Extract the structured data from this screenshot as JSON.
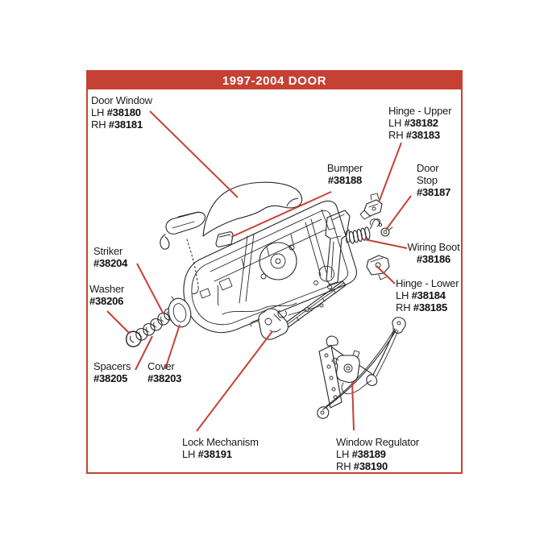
{
  "header": {
    "title": "1997-2004 DOOR"
  },
  "colors": {
    "accent_red": "#c54134",
    "art_black": "#262626",
    "label_text": "#1b1b1b",
    "header_text": "#ffffff",
    "background": "#ffffff"
  },
  "labels": {
    "door_window": {
      "title": "Door Window",
      "rows": [
        {
          "prefix": "LH ",
          "number": "#38180"
        },
        {
          "prefix": "RH ",
          "number": "#38181"
        }
      ]
    },
    "hinge_upper": {
      "title": "Hinge - Upper",
      "rows": [
        {
          "prefix": "LH ",
          "number": "#38182"
        },
        {
          "prefix": "RH ",
          "number": "#38183"
        }
      ]
    },
    "bumper": {
      "title": "Bumper",
      "rows": [
        {
          "prefix": "",
          "number": "#38188"
        }
      ]
    },
    "door_stop": {
      "title": "Door",
      "title2": "Stop",
      "rows": [
        {
          "prefix": "",
          "number": "#38187"
        }
      ]
    },
    "wiring_boot": {
      "title": "Wiring Boot",
      "rows": [
        {
          "prefix": "",
          "number": "#38186"
        }
      ]
    },
    "hinge_lower": {
      "title": "Hinge - Lower",
      "rows": [
        {
          "prefix": "LH ",
          "number": "#38184"
        },
        {
          "prefix": "RH ",
          "number": "#38185"
        }
      ]
    },
    "striker": {
      "title": "Striker",
      "rows": [
        {
          "prefix": "",
          "number": "#38204"
        }
      ]
    },
    "washer": {
      "title": "Washer",
      "rows": [
        {
          "prefix": "",
          "number": "#38206"
        }
      ]
    },
    "spacers": {
      "title": "Spacers",
      "rows": [
        {
          "prefix": "",
          "number": "#38205"
        }
      ]
    },
    "cover": {
      "title": "Cover",
      "rows": [
        {
          "prefix": "",
          "number": "#38203"
        }
      ]
    },
    "lock_mechanism": {
      "title": "Lock Mechanism",
      "rows": [
        {
          "prefix": "LH ",
          "number": "#38191"
        }
      ]
    },
    "window_regulator": {
      "title": "Window Regulator",
      "rows": [
        {
          "prefix": "LH ",
          "number": "#38189"
        },
        {
          "prefix": "RH ",
          "number": "#38190"
        }
      ]
    }
  }
}
